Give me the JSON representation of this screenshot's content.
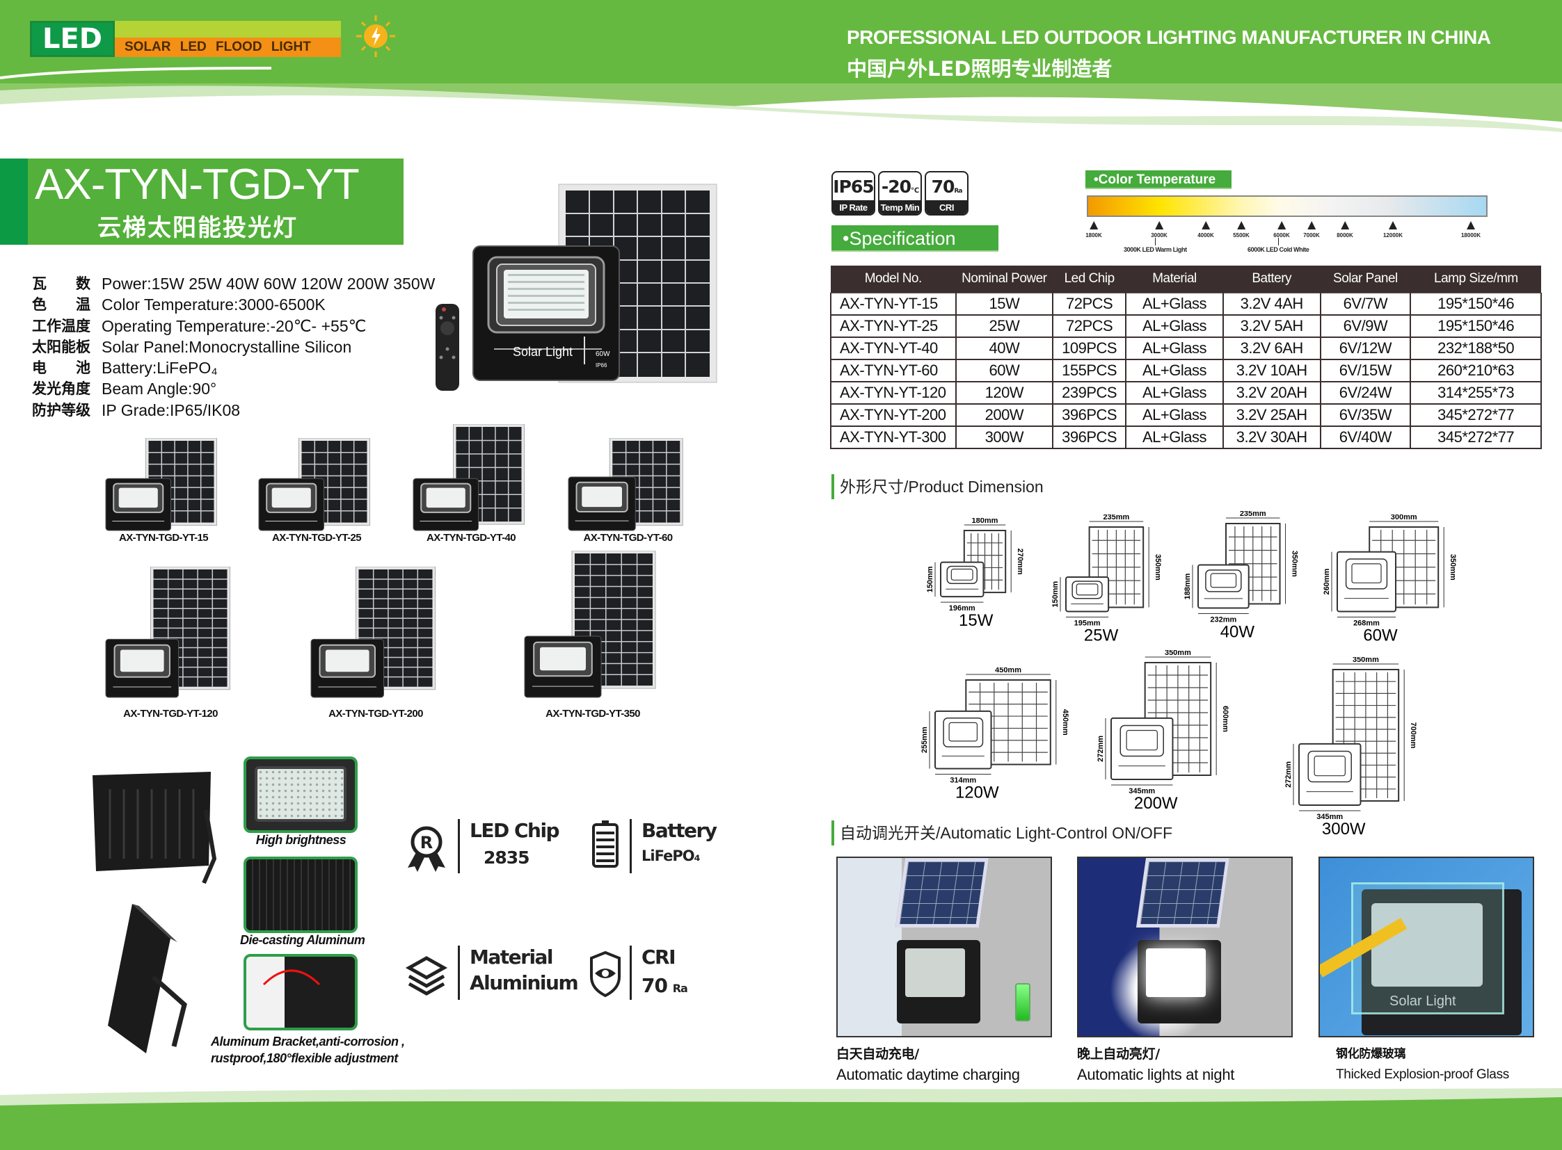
{
  "header": {
    "logo_led": "LED",
    "logo_sub": "SOLAR LED FLOOD LIGHT",
    "tagline_en": "PROFESSIONAL LED OUTDOOR LIGHTING MANUFACTURER IN CHINA",
    "tagline_cn": "中国户外LED照明专业制造者"
  },
  "product": {
    "model": "AX-TYN-TGD-YT",
    "name_cn": "云梯太阳能投光灯",
    "specs": [
      {
        "cn": "瓦　　数",
        "en": "Power:15W 25W 40W 60W 120W 200W 350W"
      },
      {
        "cn": "色　　温",
        "en": "Color Temperature:3000-6500K"
      },
      {
        "cn": "工作温度",
        "en": "Operating Temperature:-20℃- +55℃"
      },
      {
        "cn": "太阳能板",
        "en": "Solar Panel:Monocrystalline Silicon"
      },
      {
        "cn": "电　　池",
        "en": "Battery:LiFePO₄"
      },
      {
        "cn": "发光角度",
        "en": "Beam Angle:90°"
      },
      {
        "cn": "防护等级",
        "en": "IP Grade:IP65/IK08"
      }
    ],
    "main_image_text": {
      "brand": "Solar Light",
      "power": "60W",
      "ip": "IP66"
    },
    "thumbnails": [
      {
        "label": "AX-TYN-TGD-YT-15"
      },
      {
        "label": "AX-TYN-TGD-YT-25"
      },
      {
        "label": "AX-TYN-TGD-YT-40"
      },
      {
        "label": "AX-TYN-TGD-YT-60"
      },
      {
        "label": "AX-TYN-TGD-YT-120"
      },
      {
        "label": "AX-TYN-TGD-YT-200"
      },
      {
        "label": "AX-TYN-TGD-YT-350"
      }
    ]
  },
  "features": {
    "captions": [
      "High brightness",
      "Die-casting Aluminum",
      "Aluminum Bracket,anti-corrosion ,",
      "rustproof,180°flexible adjustment"
    ],
    "icons": [
      {
        "icon": "registered-award-icon",
        "title": "LED Chip",
        "value": "2835"
      },
      {
        "icon": "battery-icon",
        "title": "Battery",
        "value": "LiFePO₄"
      },
      {
        "icon": "layers-icon",
        "title": "Material",
        "value": "Aluminium"
      },
      {
        "icon": "shield-eye-icon",
        "title": "CRI",
        "value": "70",
        "unit": "Ra"
      }
    ]
  },
  "badges": [
    {
      "value": "IP65",
      "label": "IP Rate"
    },
    {
      "value": "-20",
      "unit": "℃",
      "label": "Temp Min"
    },
    {
      "value": "70",
      "unit": "Ra",
      "label": "CRI"
    }
  ],
  "spec_label": "•Specification",
  "color_temperature": {
    "label": "•Color Temperature",
    "ticks": [
      "1800K",
      "3000K",
      "4000K",
      "5500K",
      "6000K",
      "7000K",
      "8000K",
      "12000K",
      "18000K"
    ],
    "notes": [
      "3000K LED Warm Light",
      "6000K LED Cold White"
    ]
  },
  "table": {
    "headers": [
      "Model No.",
      "Nominal Power",
      "Led Chip",
      "Material",
      "Battery",
      "Solar Panel",
      "Lamp Size/mm"
    ],
    "rows": [
      [
        "AX-TYN-YT-15",
        "15W",
        "72PCS",
        "AL+Glass",
        "3.2V 4AH",
        "6V/7W",
        "195*150*46"
      ],
      [
        "AX-TYN-YT-25",
        "25W",
        "72PCS",
        "AL+Glass",
        "3.2V 5AH",
        "6V/9W",
        "195*150*46"
      ],
      [
        "AX-TYN-YT-40",
        "40W",
        "109PCS",
        "AL+Glass",
        "3.2V 6AH",
        "6V/12W",
        "232*188*50"
      ],
      [
        "AX-TYN-YT-60",
        "60W",
        "155PCS",
        "AL+Glass",
        "3.2V 10AH",
        "6V/15W",
        "260*210*63"
      ],
      [
        "AX-TYN-YT-120",
        "120W",
        "239PCS",
        "AL+Glass",
        "3.2V 20AH",
        "6V/24W",
        "314*255*73"
      ],
      [
        "AX-TYN-YT-200",
        "200W",
        "396PCS",
        "AL+Glass",
        "3.2V 25AH",
        "6V/35W",
        "345*272*77"
      ],
      [
        "AX-TYN-YT-300",
        "300W",
        "396PCS",
        "AL+Glass",
        "3.2V 30AH",
        "6V/40W",
        "345*272*77"
      ]
    ]
  },
  "dimension": {
    "heading": "外形尺寸/Product Dimension",
    "items": [
      {
        "power": "15W",
        "panel_w": "180mm",
        "panel_h": "270mm",
        "lamp_w": "196mm",
        "lamp_h": "150mm",
        "pw": 180,
        "ph": 270,
        "lw": 196,
        "lh": 150
      },
      {
        "power": "25W",
        "panel_w": "235mm",
        "panel_h": "350mm",
        "lamp_w": "195mm",
        "lamp_h": "150mm",
        "pw": 235,
        "ph": 350,
        "lw": 195,
        "lh": 150
      },
      {
        "power": "40W",
        "panel_w": "235mm",
        "panel_h": "350mm",
        "lamp_w": "232mm",
        "lamp_h": "188mm",
        "pw": 235,
        "ph": 350,
        "lw": 232,
        "lh": 188
      },
      {
        "power": "60W",
        "panel_w": "300mm",
        "panel_h": "350mm",
        "lamp_w": "268mm",
        "lamp_h": "260mm",
        "pw": 300,
        "ph": 350,
        "lw": 268,
        "lh": 260
      },
      {
        "power": "120W",
        "panel_w": "450mm",
        "panel_h": "450mm",
        "lamp_w": "314mm",
        "lamp_h": "255mm",
        "pw": 450,
        "ph": 450,
        "lw": 314,
        "lh": 255
      },
      {
        "power": "200W",
        "panel_w": "350mm",
        "panel_h": "600mm",
        "lamp_w": "345mm",
        "lamp_h": "272mm",
        "pw": 350,
        "ph": 600,
        "lw": 345,
        "lh": 272
      },
      {
        "power": "300W",
        "panel_w": "350mm",
        "panel_h": "700mm",
        "lamp_w": "345mm",
        "lamp_h": "272mm",
        "pw": 350,
        "ph": 700,
        "lw": 345,
        "lh": 272
      }
    ]
  },
  "light_control": {
    "heading": "自动调光开关/Automatic Light-Control ON/OFF",
    "photos": [
      {
        "cn": "白天自动充电/",
        "en": "Automatic daytime charging"
      },
      {
        "cn": "晚上自动亮灯/",
        "en": "Automatic lights at night"
      },
      {
        "cn": "钢化防爆玻璃",
        "en": "Thicked Explosion-proof Glass"
      }
    ]
  },
  "colors": {
    "green": "#53b03a",
    "dark_green": "#0d9a45",
    "orange": "#f39015",
    "table_header": "#3a2e2e"
  }
}
